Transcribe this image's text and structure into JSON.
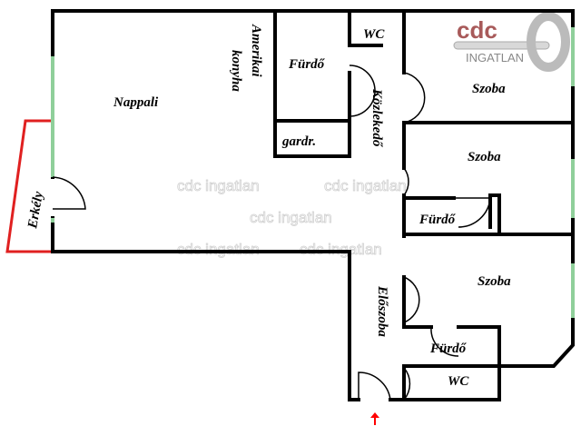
{
  "rooms": {
    "nappali": "Nappali",
    "amerikai_konyha_line1": "Amerikai",
    "amerikai_konyha_line2": "konyha",
    "furdo_top": "Fürdő",
    "wc_top": "WC",
    "gardrob": "gardr.",
    "kozlekedo": "Közlekedő",
    "szoba_1": "Szoba",
    "szoba_2": "Szoba",
    "furdo_mid": "Fürdő",
    "szoba_3": "Szoba",
    "eloszoba": "Előszoba",
    "furdo_bottom": "Fürdő",
    "wc_bottom": "WC",
    "erkely": "Erkély"
  },
  "watermarks": [
    "cdc ingatlan",
    "cdc ingatlan",
    "cdc ingatlan",
    "cdc ingatlan",
    "cdc ingatlan"
  ],
  "logo": {
    "brand": "cdc",
    "subtitle": "INGATLAN"
  },
  "colors": {
    "wall": "#000000",
    "window": "#8fcf9a",
    "balcony": "#e02020",
    "entrance_arrow": "#ff0000"
  }
}
